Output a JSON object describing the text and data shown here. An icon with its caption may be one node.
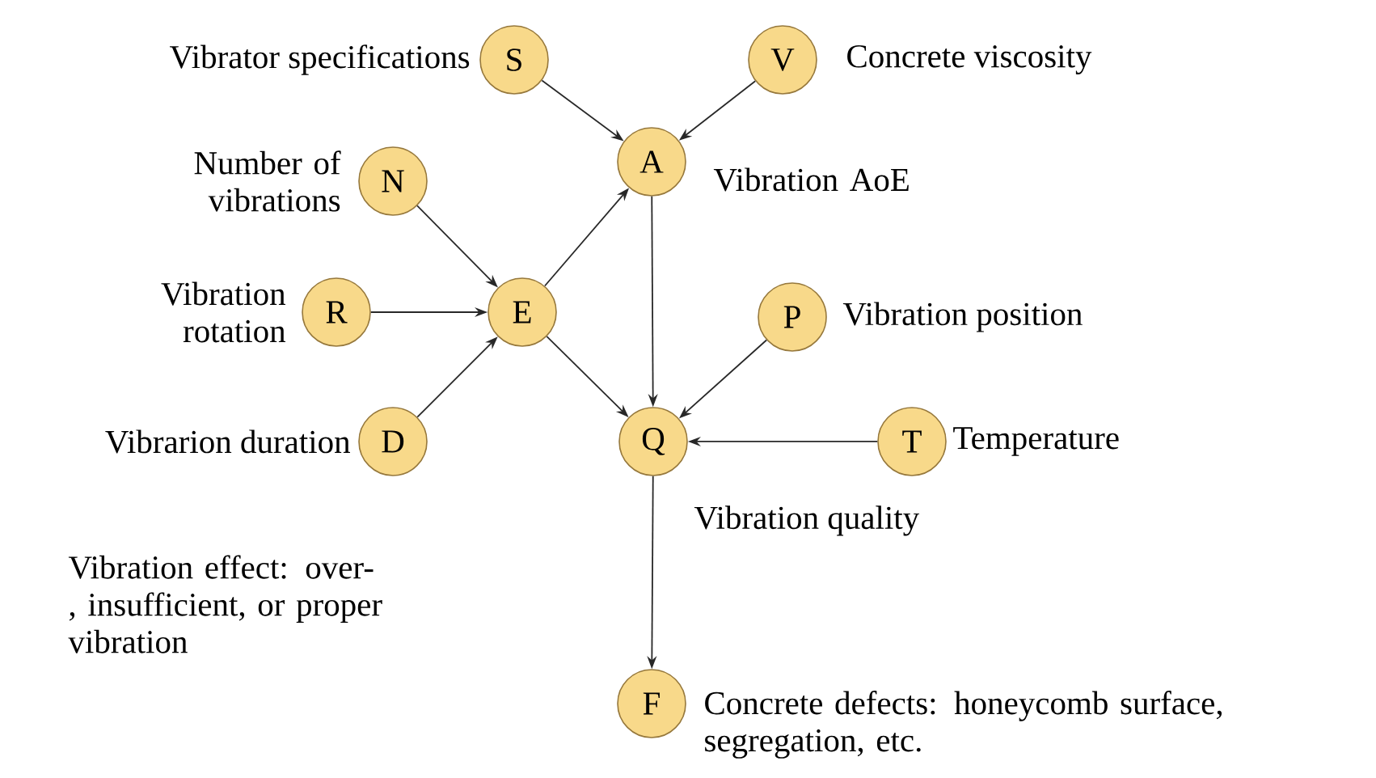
{
  "diagram": {
    "nodes": [
      {
        "text": [
          "S"
        ],
        "beside": [
          "Vibrator specifications"
        ]
      },
      {
        "text": [
          "V"
        ],
        "beside": [
          "Concrete viscosity"
        ]
      },
      {
        "text": [
          "N"
        ],
        "beside": [
          "Number of vibrations"
        ]
      },
      {
        "text": [
          "A"
        ],
        "beside": [
          "Vibration AoE"
        ]
      },
      {
        "text": [
          "R"
        ],
        "beside": [
          "Vibration rotation"
        ]
      },
      {
        "text": [
          "E"
        ]
      },
      {
        "text": [
          "P"
        ],
        "beside": [
          "Vibration position"
        ]
      },
      {
        "text": [
          "D"
        ],
        "beside": [
          "Vibrarion duration"
        ]
      },
      {
        "text": [
          "Q"
        ],
        "beside": [
          "Vibration quality"
        ]
      },
      {
        "text": [
          "T"
        ],
        "beside": [
          "Temperature"
        ]
      },
      {
        "text": [
          "F"
        ],
        "beside": [
          "Concrete defects: honeycomb surface, segregation, etc."
        ]
      }
    ],
    "edges": [
      {
        "from": 0,
        "to": 3,
        "arrow": "to"
      },
      {
        "from": 1,
        "to": 3,
        "arrow": "to"
      },
      {
        "from": 2,
        "to": 5,
        "arrow": "to"
      },
      {
        "from": 4,
        "to": 5,
        "arrow": "to"
      },
      {
        "from": 7,
        "to": 5,
        "arrow": "to"
      },
      {
        "from": 5,
        "to": 3,
        "arrow": "to"
      },
      {
        "from": 5,
        "to": 8,
        "arrow": "to"
      },
      {
        "from": 3,
        "to": 8,
        "arrow": "to"
      },
      {
        "from": 6,
        "to": 8,
        "arrow": "to"
      },
      {
        "from": 9,
        "to": 8,
        "arrow": "to"
      },
      {
        "from": 8,
        "to": 10,
        "arrow": "to"
      }
    ],
    "labels": [
      "Vibration effect: over-, insufficient, or proper vibration"
    ]
  }
}
